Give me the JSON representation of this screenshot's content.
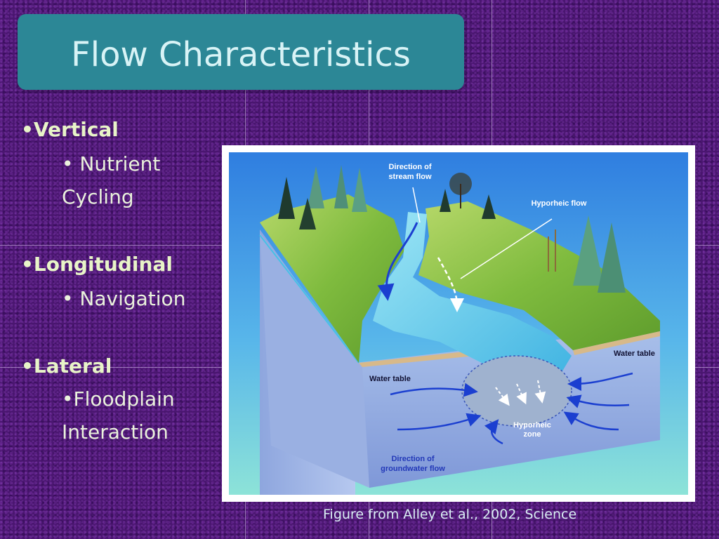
{
  "slide": {
    "title": "Flow Characteristics",
    "caption": "Figure from Alley et al., 2002, Science"
  },
  "bullets": [
    {
      "heading": "•Vertical",
      "sub": [
        "• Nutrient",
        "Cycling"
      ]
    },
    {
      "heading": "•Longitudinal",
      "sub": [
        "• Navigation"
      ]
    },
    {
      "heading": "•Lateral",
      "sub": [
        "•Floodplain",
        "Interaction"
      ]
    }
  ],
  "diagram": {
    "labels": {
      "stream_flow": [
        "Direction of",
        "stream flow"
      ],
      "hyporheic_flow": "Hyporheic flow",
      "water_table_left": "Water table",
      "water_table_right": "Water table",
      "hyporheic_zone": [
        "Hyporheic",
        "zone"
      ],
      "groundwater_flow": [
        "Direction of",
        "groundwater flow"
      ]
    }
  }
}
